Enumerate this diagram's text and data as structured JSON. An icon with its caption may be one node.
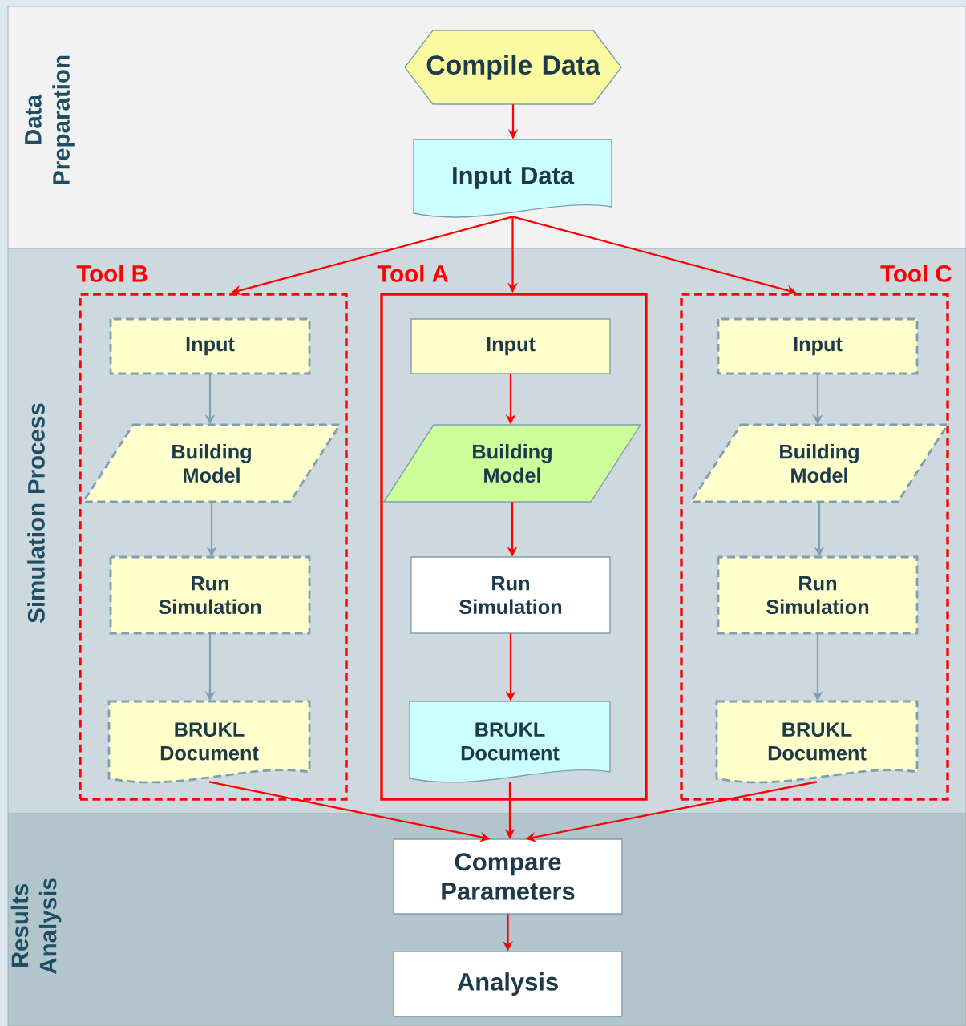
{
  "diagram": {
    "nodes": [
      {
        "text": [
          "Data Preparation"
        ]
      },
      {
        "text": [
          "Compile Data"
        ],
        "in": 0
      },
      {
        "text": [
          "Input Data"
        ],
        "in": 0
      },
      {
        "text": [
          "Simulation Process"
        ]
      },
      {
        "text": [
          "Tool B"
        ],
        "in": 3
      },
      {
        "text": [
          "Input"
        ],
        "in": 4
      },
      {
        "text": [
          "Building Model"
        ],
        "in": 4
      },
      {
        "text": [
          "Run Simulation"
        ],
        "in": 4
      },
      {
        "text": [
          "BRUKL Document"
        ],
        "in": 4
      },
      {
        "text": [
          "Tool A"
        ],
        "in": 3
      },
      {
        "text": [
          "Input"
        ],
        "in": 9
      },
      {
        "text": [
          "Building Model"
        ],
        "in": 9
      },
      {
        "text": [
          "Run Simulation"
        ],
        "in": 9
      },
      {
        "text": [
          "BRUKL Document"
        ],
        "in": 9
      },
      {
        "text": [
          "Tool C"
        ],
        "in": 3
      },
      {
        "text": [
          "Input"
        ],
        "in": 14
      },
      {
        "text": [
          "Building Model"
        ],
        "in": 14
      },
      {
        "text": [
          "Run Simulation"
        ],
        "in": 14
      },
      {
        "text": [
          "BRUKL Document"
        ],
        "in": 14
      },
      {
        "text": [
          "Results Analysis"
        ]
      },
      {
        "text": [
          "Compare Parameters"
        ],
        "in": 19
      },
      {
        "text": [
          "Analysis"
        ],
        "in": 19
      }
    ],
    "edges": [
      {
        "from": 1,
        "to": 2,
        "arrow": "to"
      },
      {
        "from": 2,
        "to": 4,
        "arrow": "to"
      },
      {
        "from": 2,
        "to": 9,
        "arrow": "to"
      },
      {
        "from": 2,
        "to": 14,
        "arrow": "to"
      },
      {
        "from": 5,
        "to": 6,
        "arrow": "to",
        "color": "#7f9faf"
      },
      {
        "from": 6,
        "to": 7,
        "arrow": "to",
        "color": "#7f9faf"
      },
      {
        "from": 7,
        "to": 8,
        "arrow": "to",
        "color": "#7f9faf"
      },
      {
        "from": 10,
        "to": 11,
        "arrow": "to"
      },
      {
        "from": 11,
        "to": 12,
        "arrow": "to"
      },
      {
        "from": 12,
        "to": 13,
        "arrow": "to"
      },
      {
        "from": 15,
        "to": 16,
        "arrow": "to",
        "color": "#7f9faf"
      },
      {
        "from": 16,
        "to": 17,
        "arrow": "to",
        "color": "#7f9faf"
      },
      {
        "from": 17,
        "to": 18,
        "arrow": "to",
        "color": "#7f9faf"
      },
      {
        "from": 8,
        "to": 20,
        "arrow": "to"
      },
      {
        "from": 13,
        "to": 20,
        "arrow": "to"
      },
      {
        "from": 18,
        "to": 20,
        "arrow": "to"
      },
      {
        "from": 20,
        "to": 21,
        "arrow": "to"
      }
    ]
  }
}
